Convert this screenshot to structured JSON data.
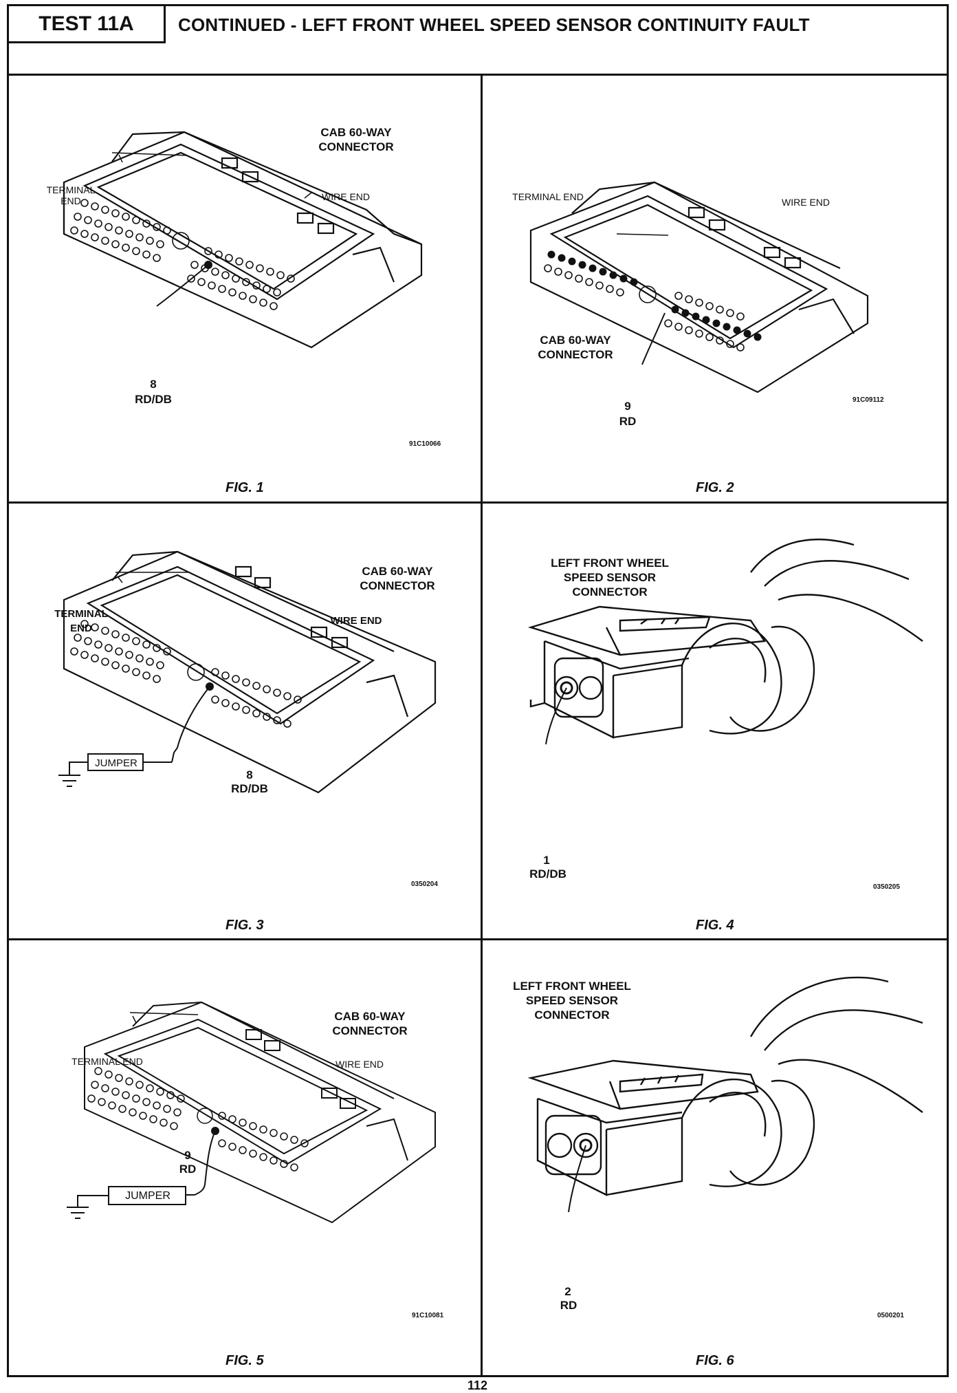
{
  "header": {
    "test_label": "TEST 11A",
    "title": "CONTINUED - LEFT FRONT WHEEL SPEED SENSOR CONTINUITY FAULT"
  },
  "figures": [
    {
      "caption": "FIG. 1",
      "connector_label": "CAB 60-WAY CONNECTOR",
      "terminal_end": "TERMINAL END",
      "wire_end": "WIRE END",
      "pin": "8",
      "wire": "RD/DB",
      "code": "91C10066"
    },
    {
      "caption": "FIG. 2",
      "connector_label": "CAB 60-WAY CONNECTOR",
      "terminal_end": "TERMINAL END",
      "wire_end": "WIRE END",
      "pin": "9",
      "wire": "RD",
      "code": "91C09112"
    },
    {
      "caption": "FIG. 3",
      "connector_label": "CAB 60-WAY CONNECTOR",
      "terminal_end": "TERMINAL END",
      "wire_end": "WIRE END",
      "jumper": "JUMPER",
      "pin": "8",
      "wire": "RD/DB",
      "code": "0350204"
    },
    {
      "caption": "FIG. 4",
      "connector_label": "LEFT FRONT WHEEL SPEED SENSOR CONNECTOR",
      "pin": "1",
      "wire": "RD/DB",
      "code": "0350205"
    },
    {
      "caption": "FIG. 5",
      "connector_label": "CAB 60-WAY CONNECTOR",
      "terminal_end": "TERMINAL END",
      "wire_end": "WIRE END",
      "jumper": "JUMPER",
      "pin": "9",
      "wire": "RD",
      "code": "91C10081"
    },
    {
      "caption": "FIG. 6",
      "connector_label": "LEFT FRONT WHEEL SPEED SENSOR CONNECTOR",
      "pin": "2",
      "wire": "RD",
      "code": "0500201"
    }
  ],
  "page_number": "112"
}
